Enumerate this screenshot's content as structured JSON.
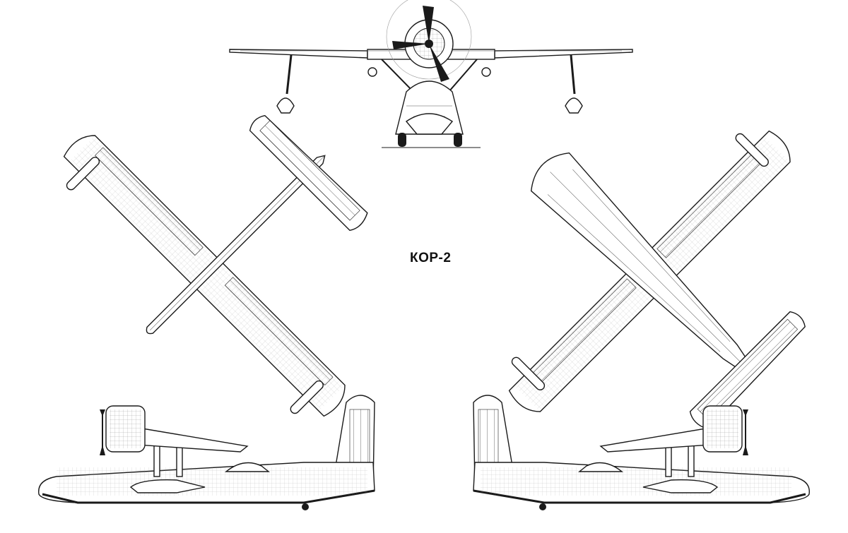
{
  "figure": {
    "title": "КОР-2"
  },
  "views": [
    {
      "name": "front-view"
    },
    {
      "name": "top-view"
    },
    {
      "name": "bottom-view"
    },
    {
      "name": "side-view-left"
    },
    {
      "name": "side-view-right"
    }
  ],
  "colors": {
    "line": "#1a1a1a",
    "background": "#ffffff"
  }
}
